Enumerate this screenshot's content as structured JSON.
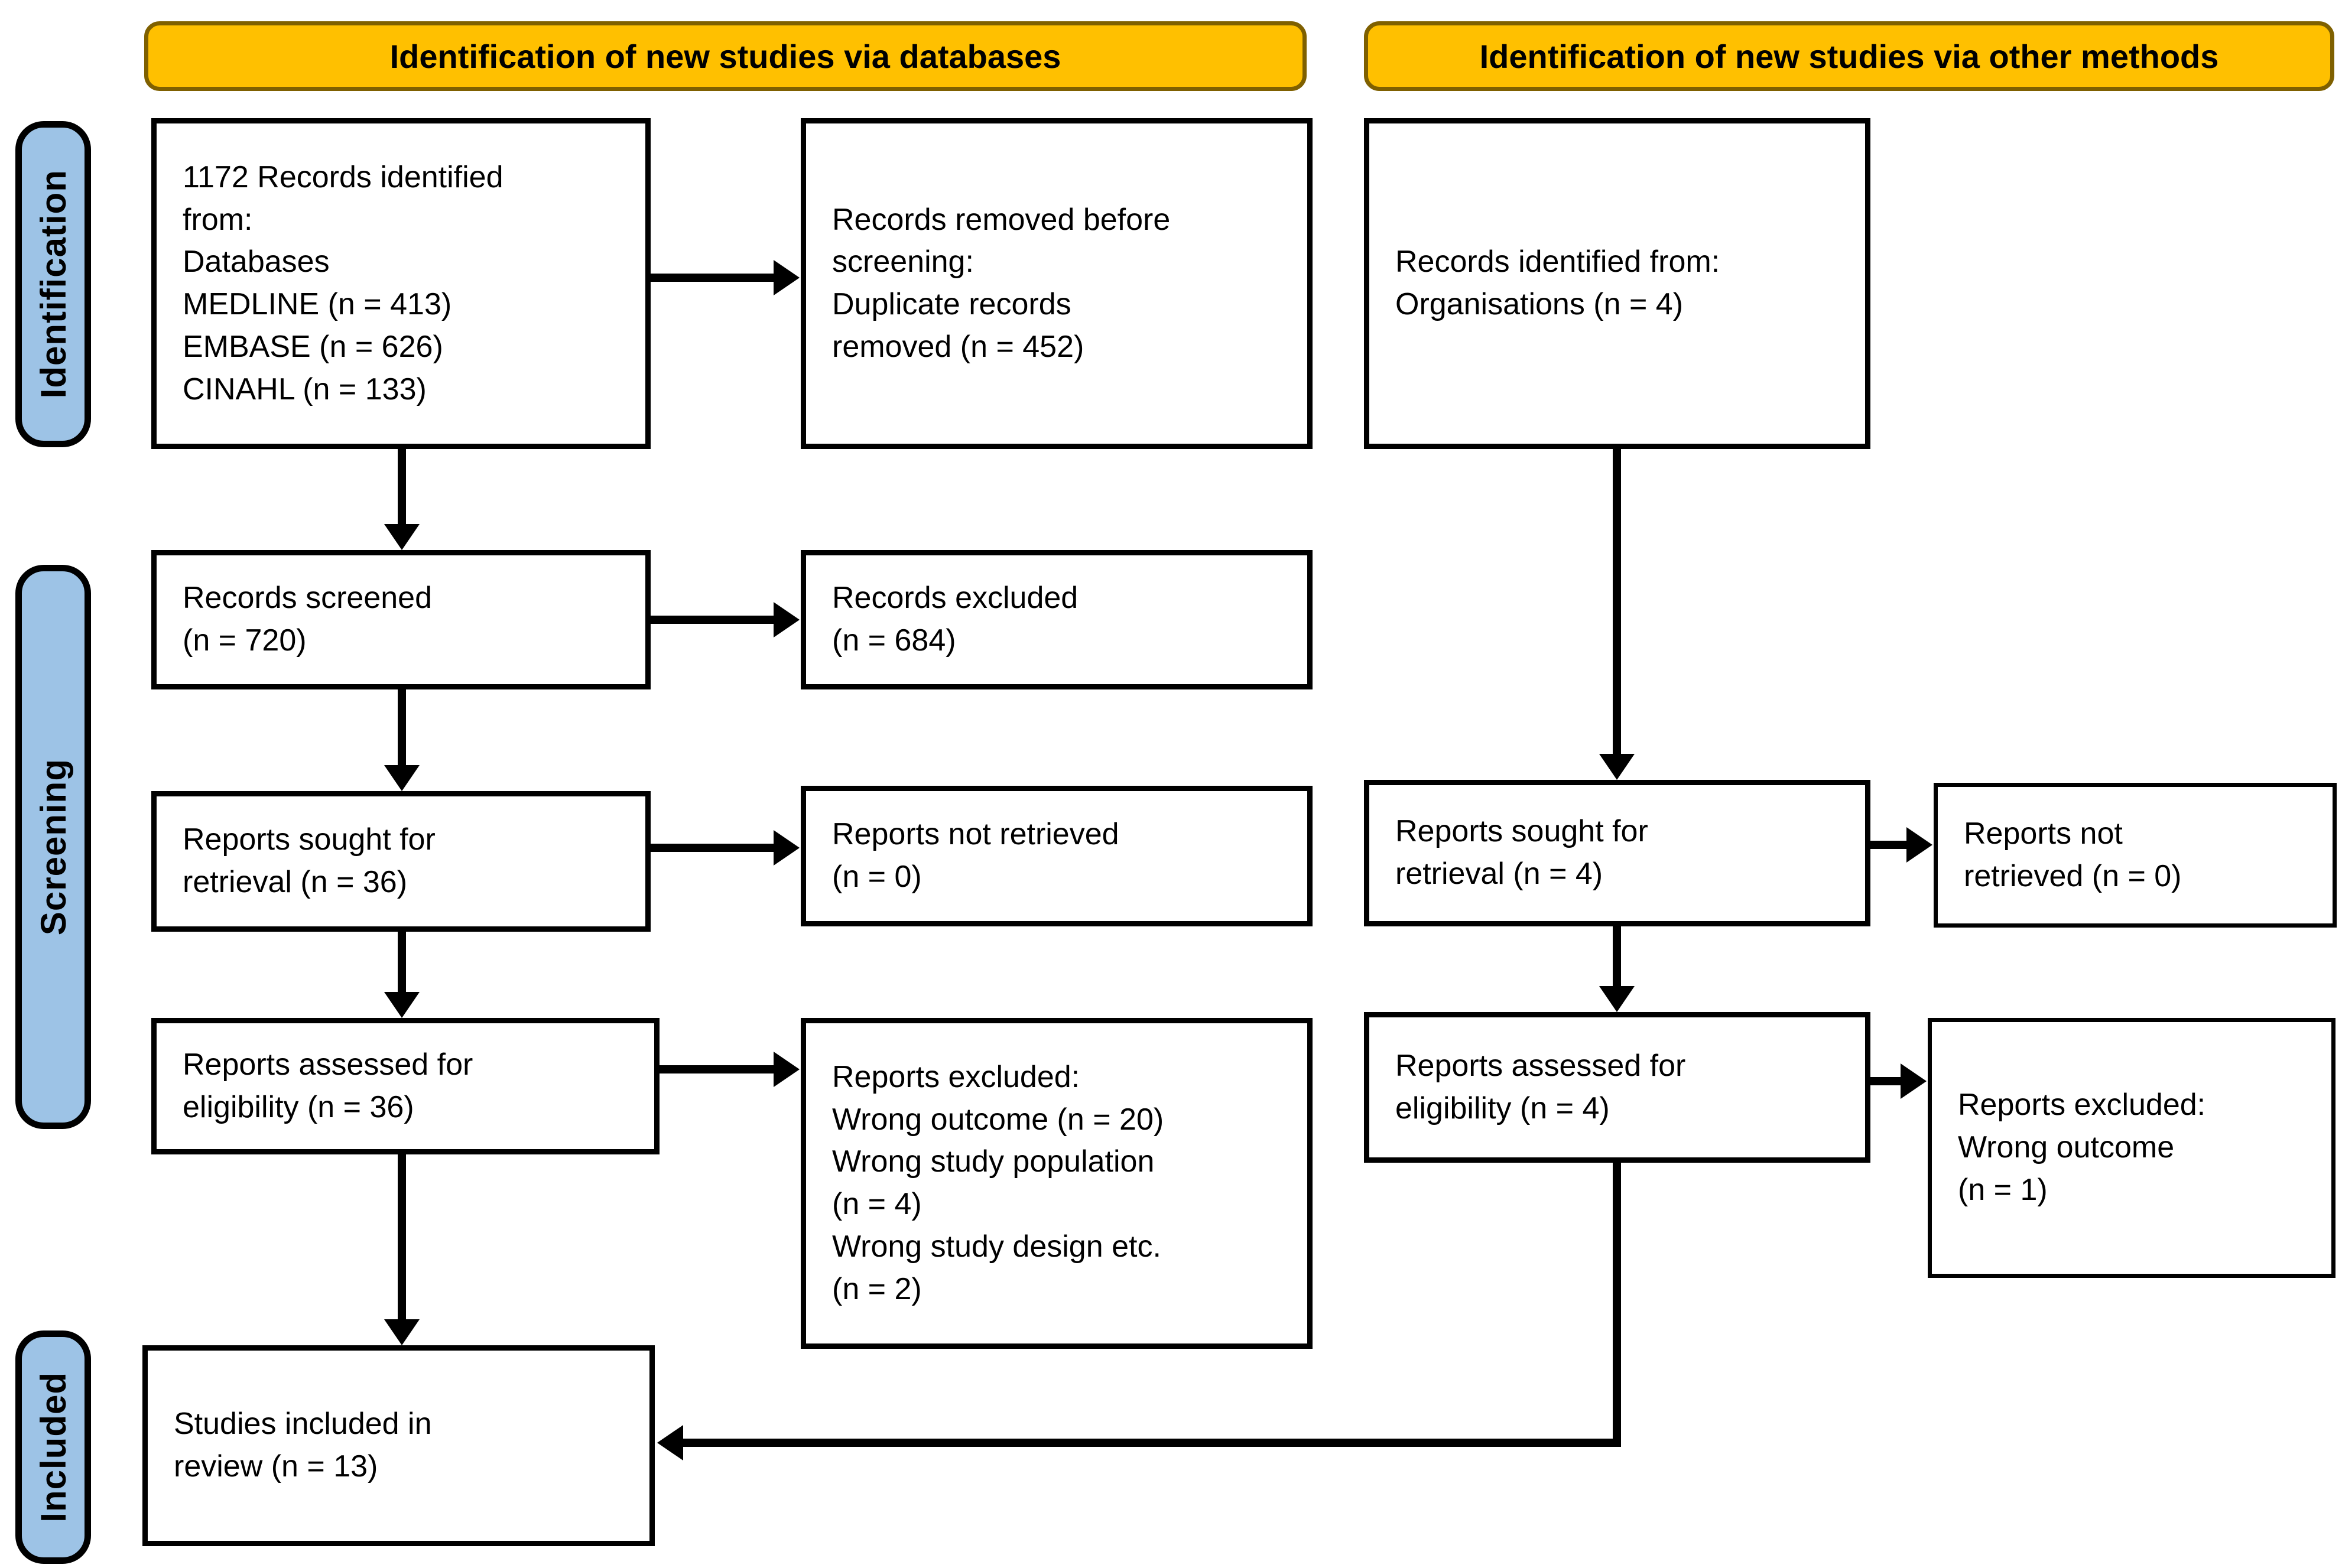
{
  "colors": {
    "header_fill": "#FFC000",
    "header_border": "#7F6000",
    "stage_fill": "#9DC3E6",
    "stage_border": "#000000",
    "box_border": "#000000",
    "arrow_color": "#000000",
    "page_bg": "#FFFFFF"
  },
  "headers": {
    "databases": "Identification of new studies via databases",
    "other_methods": "Identification of new studies via other methods"
  },
  "stages": {
    "identification": "Identification",
    "screening": "Screening",
    "included": "Included"
  },
  "boxes": {
    "records_identified_databases": "1172 Records identified\nfrom:\nDatabases\nMEDLINE (n = 413)\nEMBASE (n = 626)\nCINAHL (n = 133)",
    "records_removed": "Records removed before\nscreening:\nDuplicate records\nremoved (n = 452)",
    "records_identified_other": "Records identified from:\nOrganisations (n = 4)",
    "records_screened": "Records screened\n(n = 720)",
    "records_excluded": "Records excluded\n(n = 684)",
    "reports_sought_db": "Reports sought for\nretrieval (n = 36)",
    "reports_not_retrieved_db": "Reports not retrieved\n(n = 0)",
    "reports_sought_other": "Reports sought for\nretrieval (n = 4)",
    "reports_not_retrieved_other": "Reports not\nretrieved (n = 0)",
    "reports_assessed_db": "Reports assessed for\neligibility (n = 36)",
    "reports_excluded_db": "Reports excluded:\nWrong outcome (n = 20)\nWrong study population\n(n = 4)\nWrong study design etc.\n(n = 2)",
    "reports_assessed_other": "Reports assessed for\neligibility (n = 4)",
    "reports_excluded_other": "Reports excluded:\nWrong outcome\n(n = 1)",
    "studies_included": "Studies included in\nreview (n = 13)"
  }
}
